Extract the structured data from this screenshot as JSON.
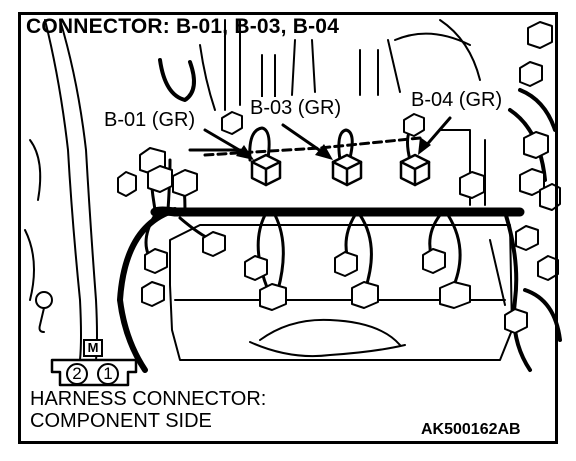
{
  "title": "CONNECTOR: B-01, B-03, B-04",
  "connector_labels": {
    "b01": "B-01 (GR)",
    "b03": "B-03 (GR)",
    "b04": "B-04 (GR)"
  },
  "harness_connector": {
    "line1": "HARNESS CONNECTOR:",
    "line2": "COMPONENT SIDE",
    "pins": [
      "2",
      "1"
    ],
    "key_letter": "M"
  },
  "figure_code": "AK500162AB"
}
